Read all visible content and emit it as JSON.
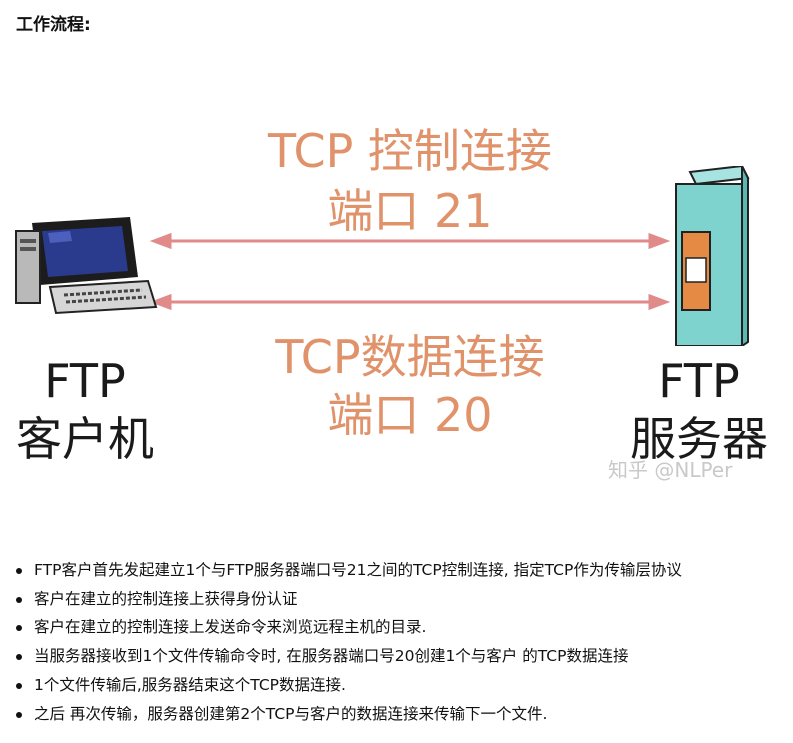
{
  "heading": "工作流程:",
  "diagram": {
    "control_connection": {
      "title": "TCP 控制连接",
      "port": "端口 21"
    },
    "data_connection": {
      "title": "TCP数据连接",
      "port": "端口 20"
    },
    "client": {
      "line1": "FTP",
      "line2": "客户机",
      "icon": "computer-icon"
    },
    "server": {
      "line1": "FTP",
      "line2": "服务器",
      "icon": "server-tower-icon"
    },
    "watermark": "知乎 @NLPer",
    "colors": {
      "label": "#e0936b",
      "arrow": "#e08a8a",
      "server_body": "#7fd3cf",
      "server_panel": "#e58a45",
      "monitor_screen": "#2a3a8c"
    }
  },
  "bullets": [
    "FTP客户首先发起建立1个与FTP服务器端口号21之间的TCP控制连接, 指定TCP作为传输层协议",
    "客户在建立的控制连接上获得身份认证",
    "客户在建立的控制连接上发送命令来浏览远程主机的目录.",
    "当服务器接收到1个文件传输命令时, 在服务器端口号20创建1个与客户 的TCP数据连接",
    "1个文件传输后,服务器结束这个TCP数据连接.",
    "之后 再次传输，服务器创建第2个TCP与客户的数据连接来传输下一个文件."
  ]
}
